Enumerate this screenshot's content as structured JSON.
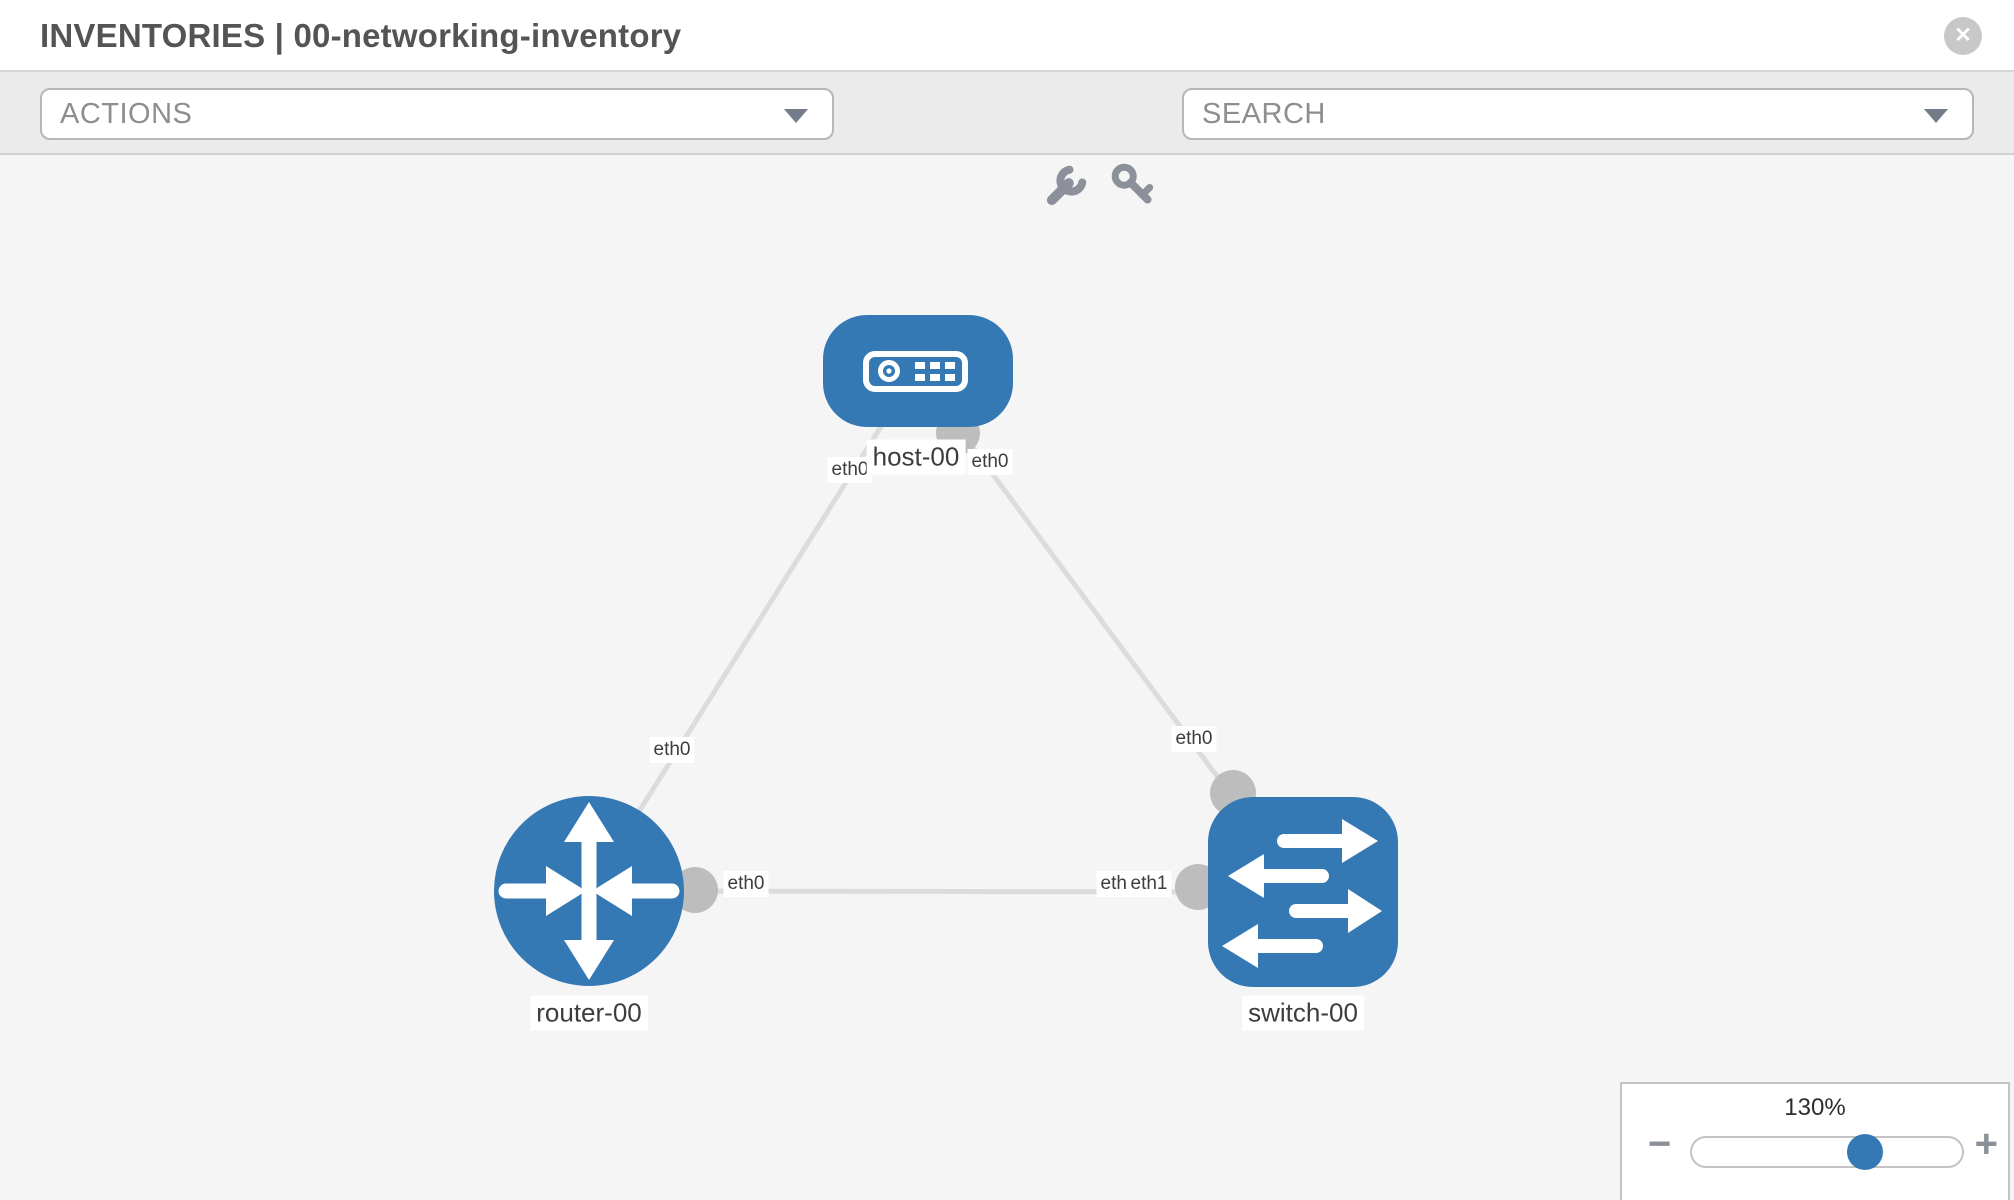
{
  "header": {
    "title": "INVENTORIES | 00-networking-inventory"
  },
  "toolbar": {
    "actions_label": "ACTIONS",
    "search_label": "SEARCH",
    "tool_icons": [
      "wrench-icon",
      "key-icon"
    ]
  },
  "icons": {
    "close": "✕",
    "minus": "−",
    "plus": "+"
  },
  "topology": {
    "node_labels": {
      "host": "host-00",
      "router": "router-00",
      "switch": "switch-00"
    },
    "port_labels": {
      "host_left": "eth0",
      "host_right": "eth0",
      "router_top": "eth0",
      "router_right": "eth0",
      "switch_top": "eth0",
      "switch_left_back": "eth0",
      "switch_left_front": "eth1"
    },
    "links": [
      {
        "from": "host-00",
        "from_port": "eth0",
        "to": "router-00",
        "to_port": "eth0"
      },
      {
        "from": "host-00",
        "from_port": "eth0",
        "to": "switch-00",
        "to_port": "eth0"
      },
      {
        "from": "router-00",
        "from_port": "eth0",
        "to": "switch-00",
        "to_port": "eth1"
      }
    ],
    "colors": {
      "node_blue": "#3478b4",
      "link_gray": "#dcdcdc",
      "connector_gray": "#bdbdbd",
      "canvas_bg": "#f5f5f5"
    }
  },
  "zoom_control": {
    "level": "130%",
    "percent": 64
  }
}
